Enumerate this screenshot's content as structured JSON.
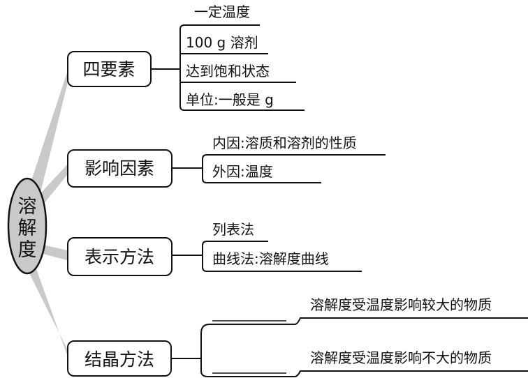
{
  "root": {
    "label": [
      "溶",
      "解",
      "度"
    ]
  },
  "branches": [
    {
      "label": "四要素",
      "leaves": [
        "一定温度",
        "100 g 溶剂",
        "达到饱和状态",
        "单位:一般是 g"
      ]
    },
    {
      "label": "影响因素",
      "leaves": [
        "内因:溶质和溶剂的性质",
        "外因:温度"
      ]
    },
    {
      "label": "表示方法",
      "leaves": [
        "列表法",
        "曲线法:溶解度曲线"
      ]
    },
    {
      "label": "结晶方法",
      "leaves": [
        "溶解度受温度影响较大的物质",
        "溶解度受温度影响不大的物质"
      ]
    }
  ]
}
